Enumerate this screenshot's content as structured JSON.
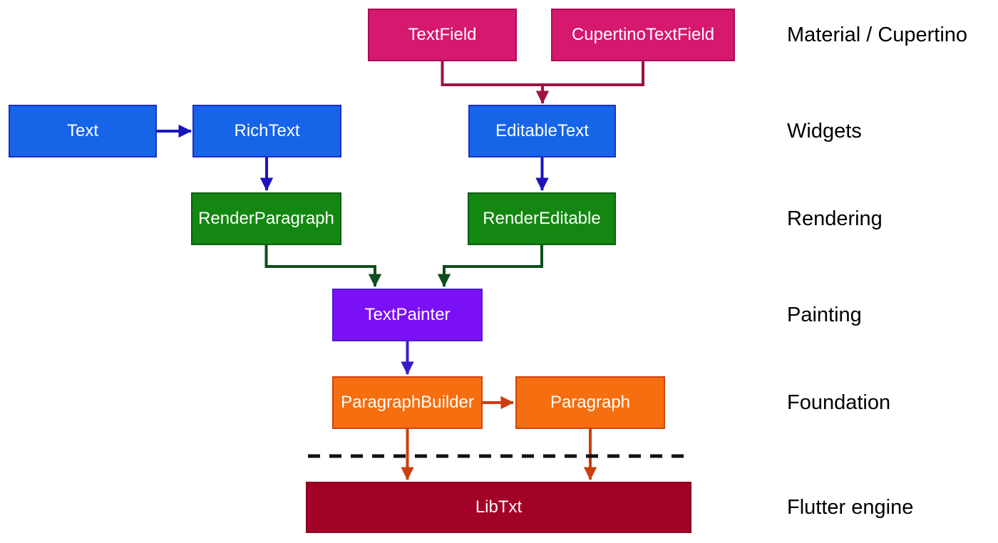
{
  "diagram": {
    "nodes": [
      {
        "id": "textfield",
        "label": "TextField",
        "layer": "Material / Cupertino",
        "fill": "#D6186F",
        "border": "#AD0D54"
      },
      {
        "id": "cupertino",
        "label": "CupertinoTextField",
        "layer": "Material / Cupertino",
        "fill": "#D6186F",
        "border": "#AD0D54"
      },
      {
        "id": "text",
        "label": "Text",
        "layer": "Widgets",
        "fill": "#1664E8",
        "border": "#1E2EC8"
      },
      {
        "id": "richtext",
        "label": "RichText",
        "layer": "Widgets",
        "fill": "#1664E8",
        "border": "#1E2EC8"
      },
      {
        "id": "editabletext",
        "label": "EditableText",
        "layer": "Widgets",
        "fill": "#1664E8",
        "border": "#1E2EC8"
      },
      {
        "id": "renderparagraph",
        "label": "RenderParagraph",
        "layer": "Rendering",
        "fill": "#148712",
        "border": "#0B5E10"
      },
      {
        "id": "rendereditable",
        "label": "RenderEditable",
        "layer": "Rendering",
        "fill": "#148712",
        "border": "#0B5E10"
      },
      {
        "id": "textpainter",
        "label": "TextPainter",
        "layer": "Painting",
        "fill": "#7B10F7",
        "border": "#4E1BD2"
      },
      {
        "id": "paragraphbuilder",
        "label": "ParagraphBuilder",
        "layer": "Foundation",
        "fill": "#F56E10",
        "border": "#D1430D"
      },
      {
        "id": "paragraph",
        "label": "Paragraph",
        "layer": "Foundation",
        "fill": "#F56E10",
        "border": "#D1430D"
      },
      {
        "id": "libtxt",
        "label": "LibTxt",
        "layer": "Flutter engine",
        "fill": "#A20226",
        "border": "#8B0220"
      }
    ],
    "layer_labels": [
      {
        "label": "Material / Cupertino"
      },
      {
        "label": "Widgets"
      },
      {
        "label": "Rendering"
      },
      {
        "label": "Painting"
      },
      {
        "label": "Foundation"
      },
      {
        "label": "Flutter engine"
      }
    ],
    "edges": [
      {
        "from": "TextField",
        "to": "EditableText",
        "color": "#A01243"
      },
      {
        "from": "CupertinoTextField",
        "to": "EditableText",
        "color": "#A01243"
      },
      {
        "from": "Text",
        "to": "RichText",
        "color": "#1C13BF"
      },
      {
        "from": "RichText",
        "to": "RenderParagraph",
        "color": "#1C13BF"
      },
      {
        "from": "EditableText",
        "to": "RenderEditable",
        "color": "#1C13BF"
      },
      {
        "from": "RenderParagraph",
        "to": "TextPainter",
        "color": "#0D4F1C"
      },
      {
        "from": "RenderEditable",
        "to": "TextPainter",
        "color": "#0D4F1C"
      },
      {
        "from": "TextPainter",
        "to": "ParagraphBuilder",
        "color": "#3A1AC8"
      },
      {
        "from": "ParagraphBuilder",
        "to": "Paragraph",
        "color": "#CC3E0C"
      },
      {
        "from": "ParagraphBuilder",
        "to": "LibTxt",
        "color": "#CC3E0C"
      },
      {
        "from": "Paragraph",
        "to": "LibTxt",
        "color": "#CC3E0C"
      }
    ],
    "divider": {
      "style": "dashed",
      "color": "#111111"
    }
  }
}
